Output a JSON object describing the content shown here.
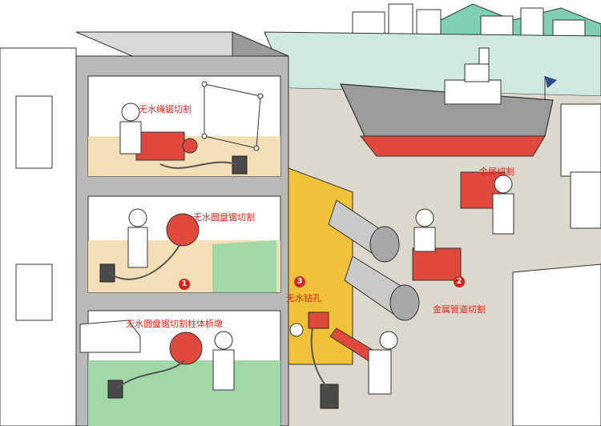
{
  "labels": {
    "wire_saw": "无水绳锯切割",
    "disc_saw_wall": "无水圆盘锯切割",
    "disc_saw_column": "无水圆盘锯切割柱体桥墩",
    "core_drill": "无水钻孔",
    "metal_cut": "金属切割",
    "pipe_cut": "金属管道切割"
  },
  "badges": {
    "one": "1",
    "two": "2",
    "three": "3"
  },
  "colors": {
    "label_red": "#e0251b",
    "machine_red": "#e04a3c",
    "floor_tan": "#f3dfb6",
    "floor_green": "#9fd7a6",
    "sea": "#cfe9e2",
    "building_grey": "#b9b9b9",
    "ground": "#d9d6cc",
    "yellow_wall": "#f2c13a"
  }
}
